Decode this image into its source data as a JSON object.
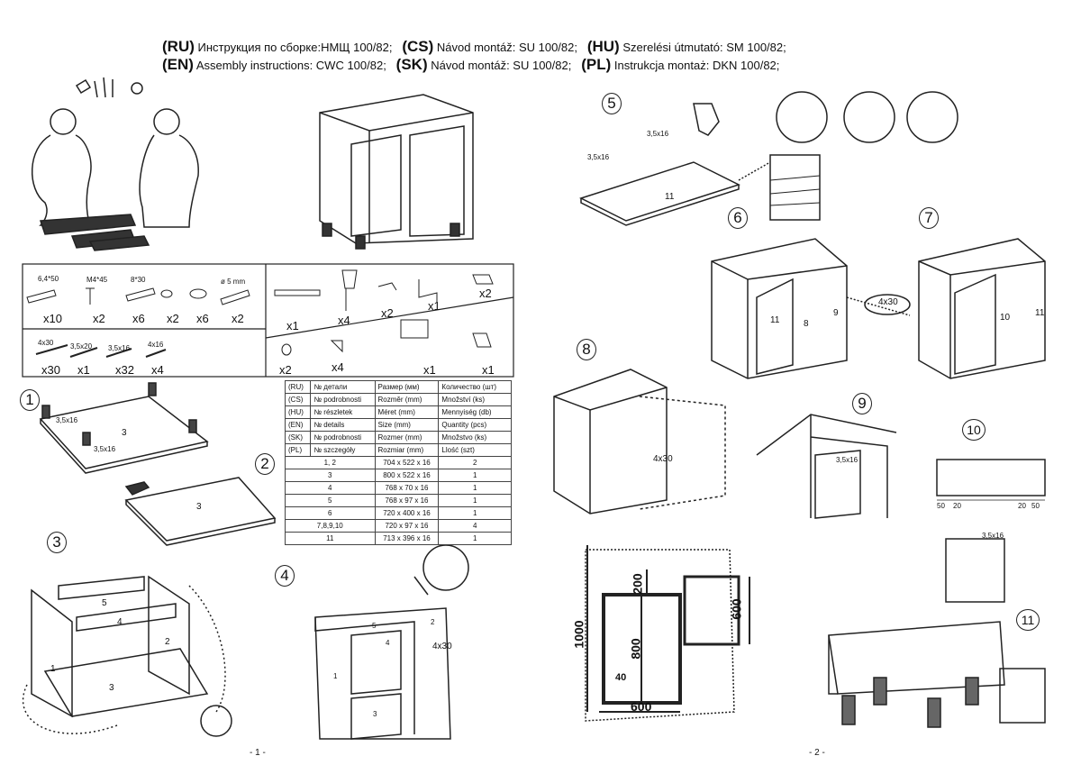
{
  "header": {
    "line1": [
      {
        "code": "(RU)",
        "text": "Инструкция по сборке:НМЩ 100/82;"
      },
      {
        "code": "(CS)",
        "text": "Návod montáž: SU 100/82;"
      },
      {
        "code": "(HU)",
        "text": "Szerelési útmutató: SM 100/82;"
      }
    ],
    "line2": [
      {
        "code": "(EN)",
        "text": "Assembly instructions: CWC 100/82;"
      },
      {
        "code": "(SK)",
        "text": "Návod montáž: SU 100/82;"
      },
      {
        "code": "(PL)",
        "text": "Instrukcja montaż: DKN 100/82;"
      }
    ]
  },
  "hardware": {
    "row1": [
      {
        "label": "6,4*50",
        "qty": "x10"
      },
      {
        "label": "M4*45",
        "qty": "x2"
      },
      {
        "label": "8*30",
        "qty": "x6"
      },
      {
        "label": "",
        "qty": "x2"
      },
      {
        "label": "",
        "qty": "x6"
      },
      {
        "label": "ø 5 mm",
        "qty": "x2"
      }
    ],
    "row2": [
      {
        "label": "4x30",
        "qty": "x30"
      },
      {
        "label": "3,5x20",
        "qty": "x1"
      },
      {
        "label": "3,5x16",
        "qty": "x32"
      },
      {
        "label": "4x16",
        "qty": "x4"
      }
    ],
    "right_top": [
      "x1",
      "x4",
      "x2",
      "x1",
      "x2"
    ],
    "right_bottom": [
      "x2",
      "x4",
      "x1",
      "x1"
    ]
  },
  "parts_table": {
    "header_rows": [
      {
        "lang": "(RU)",
        "part": "№ детали",
        "size": "Размер  (мм)",
        "qty": "Количество (шт)"
      },
      {
        "lang": "(CS)",
        "part": "№ podrobnosti",
        "size": "Rozměr (mm)",
        "qty": "Množství (ks)"
      },
      {
        "lang": "(HU)",
        "part": "№ részletek",
        "size": "Méret (mm)",
        "qty": "Mennyiség (db)"
      },
      {
        "lang": "(EN)",
        "part": "№ details",
        "size": "Size (mm)",
        "qty": "Quantity  (pcs)"
      },
      {
        "lang": "(SK)",
        "part": "№ podrobnosti",
        "size": "Rozmer (mm)",
        "qty": "Množstvo (ks)"
      },
      {
        "lang": "(PL)",
        "part": "№ szczegóły",
        "size": "Rozmiar (mm)",
        "qty": "Llość (szt)"
      }
    ],
    "rows": [
      {
        "part": "1, 2",
        "size": "704 x 522 x 16",
        "qty": "2"
      },
      {
        "part": "3",
        "size": "800 x 522 x 16",
        "qty": "1"
      },
      {
        "part": "4",
        "size": "768 x 70 x 16",
        "qty": "1"
      },
      {
        "part": "5",
        "size": "768 x 97 x 16",
        "qty": "1"
      },
      {
        "part": "6",
        "size": "720 x 400 x 16",
        "qty": "1"
      },
      {
        "part": "7,8,9,10",
        "size": "720 x 97 x 16",
        "qty": "4"
      },
      {
        "part": "11",
        "size": "713 x 396 x 16",
        "qty": "1"
      }
    ]
  },
  "steps": {
    "s1": "1",
    "s2": "2",
    "s3": "3",
    "s4": "4",
    "s5": "5",
    "s6": "6",
    "s7": "7",
    "s8": "8",
    "s9": "9",
    "s10": "10",
    "s11": "11"
  },
  "labels": {
    "step1_screw_a": "3,5x16",
    "step1_screw_b": "3,5x16",
    "step1_part": "3",
    "step2_part": "3",
    "step3_p5": "5",
    "step3_p4": "4",
    "step3_p2": "2",
    "step3_p1": "1",
    "step3_p3": "3",
    "step4_p5": "5",
    "step4_p2": "2",
    "step4_p4": "4",
    "step4_p1": "1",
    "step4_p3": "3",
    "step4_screw": "4x30",
    "step5_screw_a": "3,5x16",
    "step5_screw_b": "3,5x16",
    "step5_part": "11",
    "step7_screw": "4x30",
    "step7_left_11": "11",
    "step7_left_8": "8",
    "step7_left_9": "9",
    "step7_right_10": "10",
    "step7_right_11": "11",
    "step8_screw": "4x30",
    "step9_screw": "3,5x16",
    "step10_dims": [
      "50",
      "20",
      "20",
      "50"
    ],
    "step11_screw": "3,5x16"
  },
  "dimensions": {
    "d200": "200",
    "d600_right": "600",
    "d1000": "1000",
    "d800": "800",
    "d40": "40",
    "d600_bottom": "600"
  },
  "pages": {
    "p1": "- 1 -",
    "p2": "- 2 -"
  }
}
